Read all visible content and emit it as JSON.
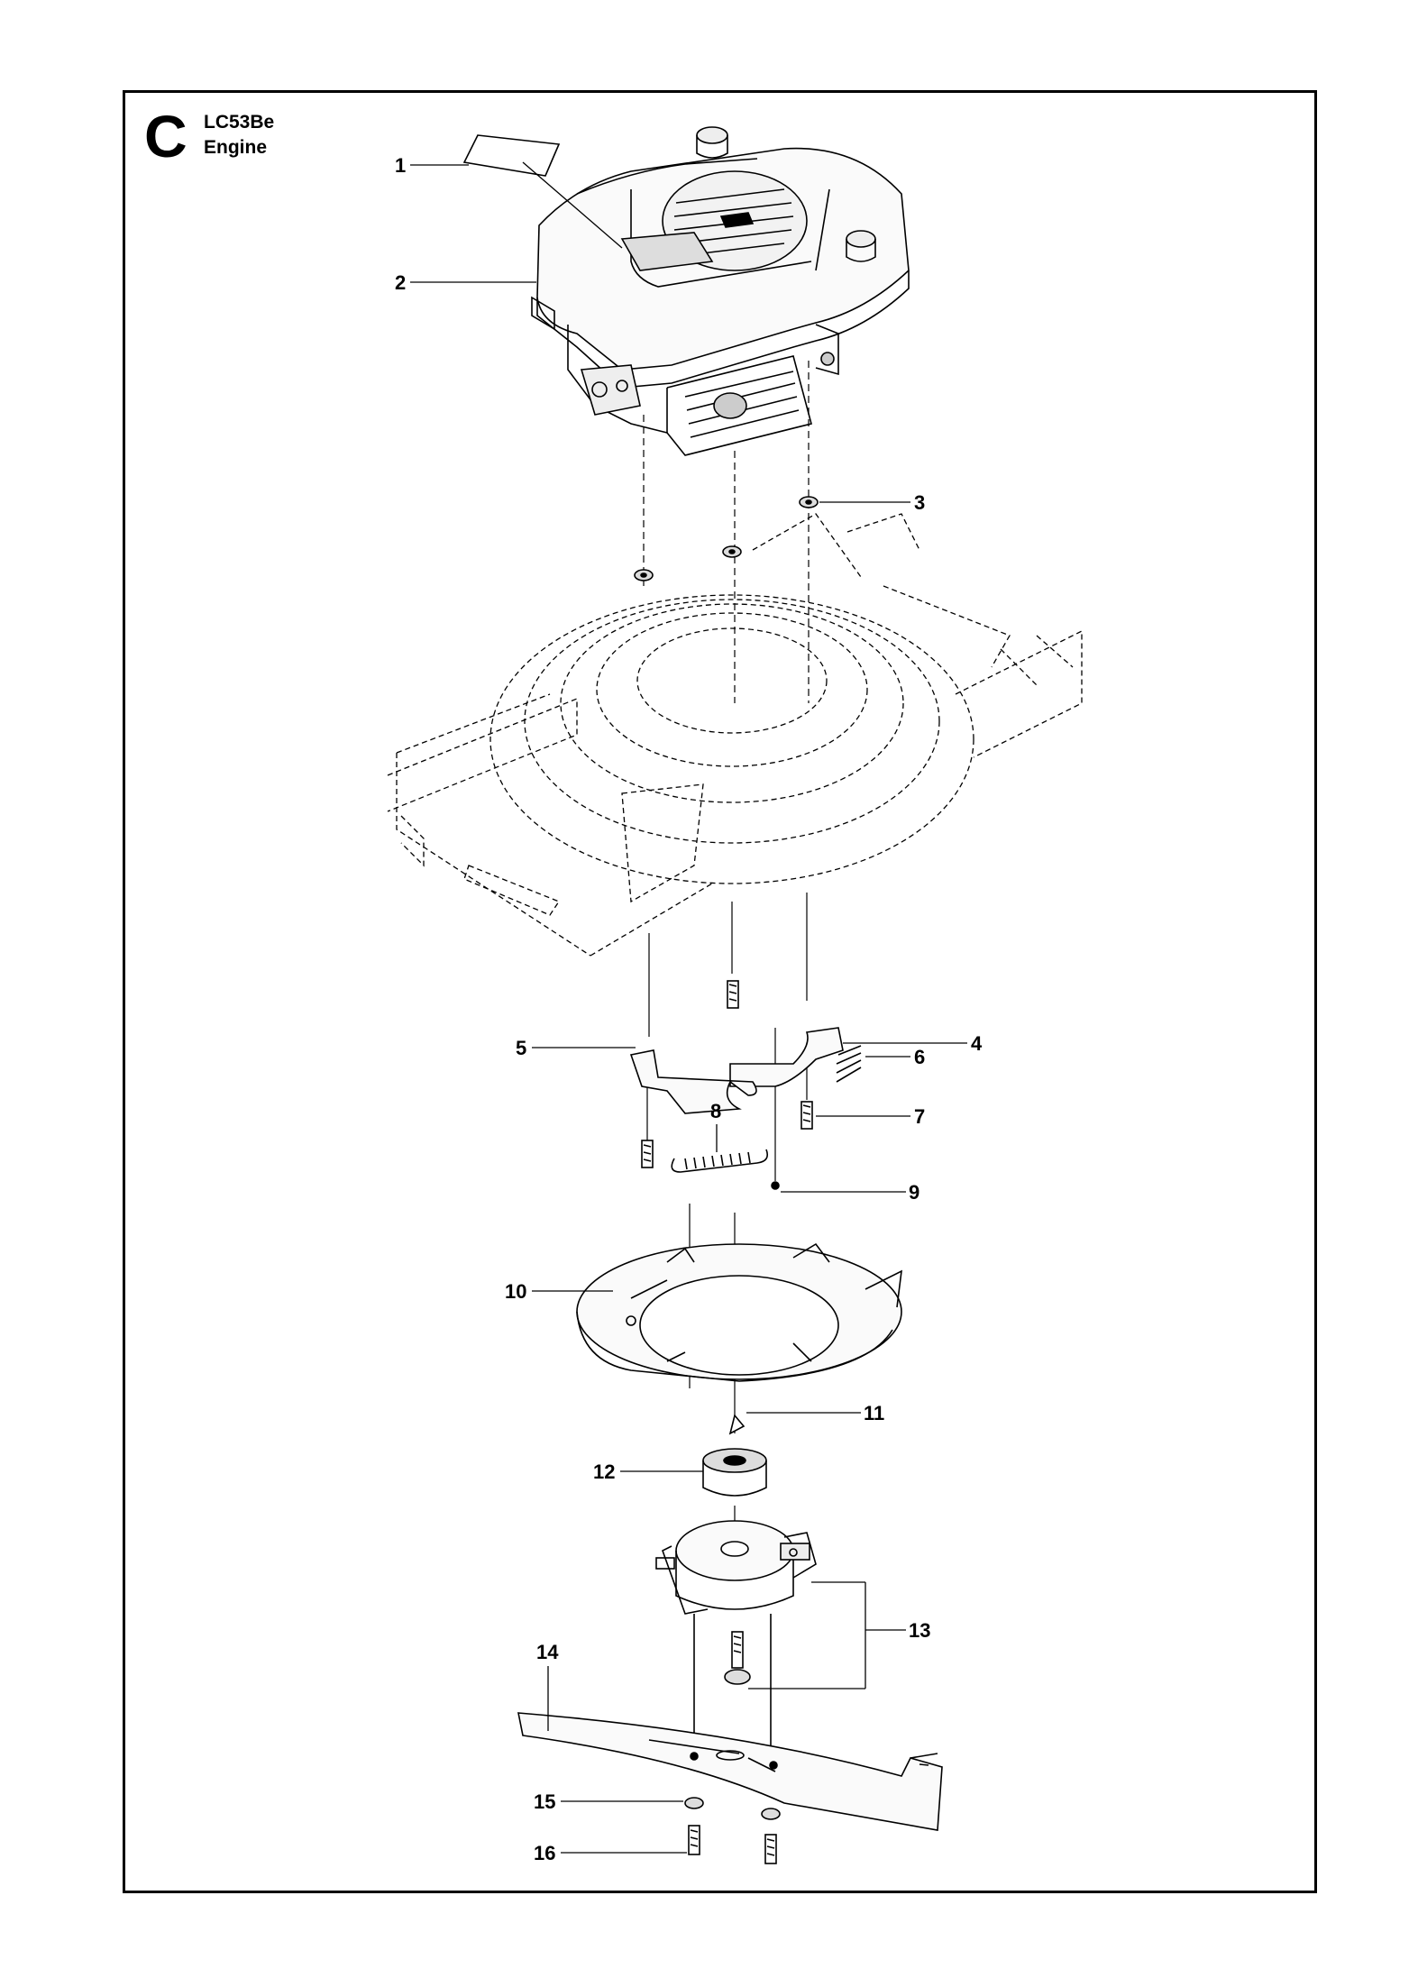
{
  "header": {
    "section_letter": "C",
    "model": "LC53Be",
    "subtitle": "Engine"
  },
  "callouts": [
    "1",
    "2",
    "3",
    "4",
    "5",
    "6",
    "7",
    "8",
    "9",
    "10",
    "11",
    "12",
    "13",
    "14",
    "15",
    "16"
  ]
}
